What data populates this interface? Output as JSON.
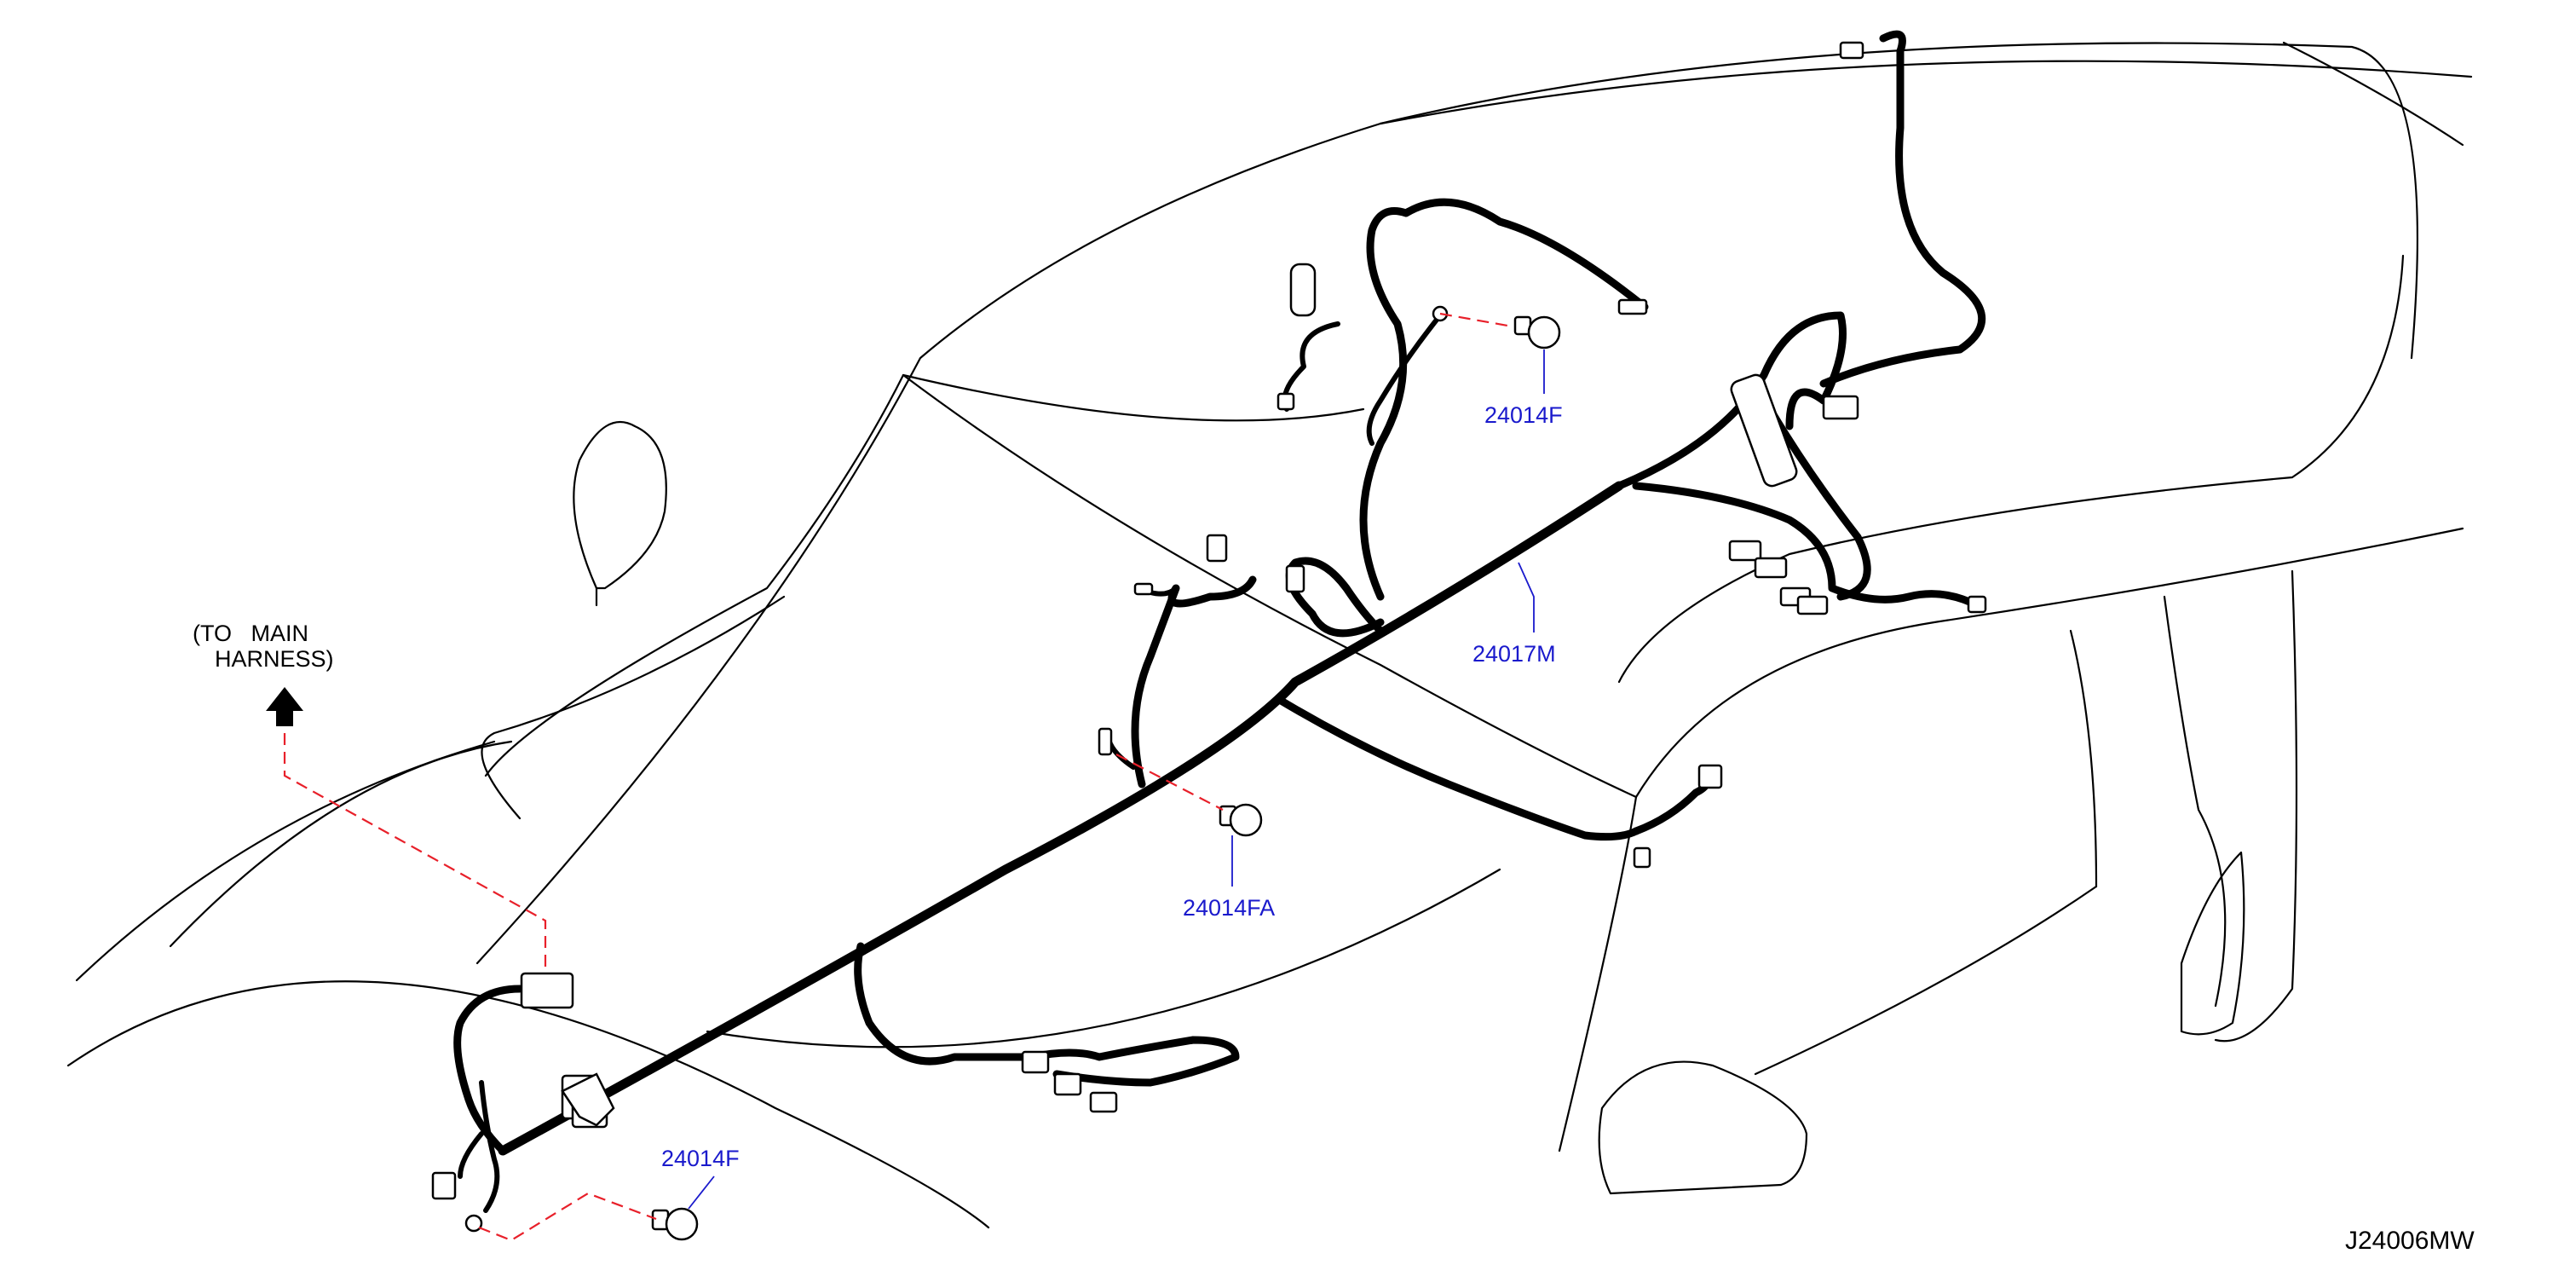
{
  "labels": {
    "note_line1": "(TO   MAIN",
    "note_line2": "HARNESS)",
    "part_bolt_top": "24014F",
    "part_harness": "24017M",
    "part_bolt_center": "24014FA",
    "part_bolt_bottom": "24014F",
    "diagram_id": "J24006MW"
  },
  "colors": {
    "part_label": "#1a1acc",
    "dashed_reference": "#e8202a",
    "harness": "#000000"
  },
  "icons": {
    "arrow": "arrow-up-icon",
    "bolt": "bolt-icon",
    "connector": "connector-icon"
  }
}
